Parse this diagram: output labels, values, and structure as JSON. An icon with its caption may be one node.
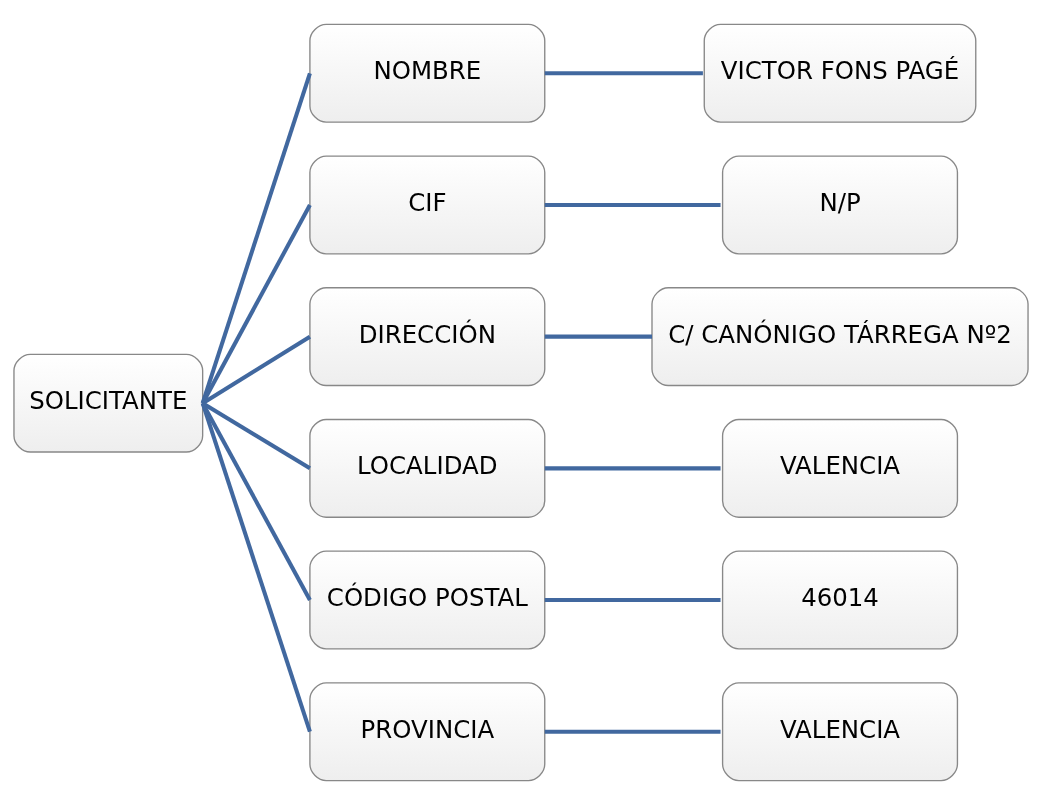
{
  "diagram": {
    "nodes": [
      {
        "text": [
          "SOLICITANTE"
        ]
      },
      {
        "text": [
          "NOMBRE"
        ]
      },
      {
        "text": [
          "VICTOR FONS PAGÉ"
        ]
      },
      {
        "text": [
          "CIF"
        ]
      },
      {
        "text": [
          "N/P"
        ]
      },
      {
        "text": [
          "DIRECCIÓN"
        ]
      },
      {
        "text": [
          "C/ CANÓNIGO TÁRREGA Nº2"
        ]
      },
      {
        "text": [
          "LOCALIDAD"
        ]
      },
      {
        "text": [
          "VALENCIA"
        ]
      },
      {
        "text": [
          "CÓDIGO POSTAL"
        ]
      },
      {
        "text": [
          "46014"
        ]
      },
      {
        "text": [
          "PROVINCIA"
        ]
      },
      {
        "text": [
          "VALENCIA"
        ]
      }
    ],
    "edges": [
      {
        "from": 0,
        "to": 1,
        "arrow": "none"
      },
      {
        "from": 0,
        "to": 3,
        "arrow": "none"
      },
      {
        "from": 0,
        "to": 5,
        "arrow": "none"
      },
      {
        "from": 0,
        "to": 7,
        "arrow": "none"
      },
      {
        "from": 0,
        "to": 9,
        "arrow": "none"
      },
      {
        "from": 0,
        "to": 11,
        "arrow": "none"
      },
      {
        "from": 1,
        "to": 2,
        "arrow": "none"
      },
      {
        "from": 3,
        "to": 4,
        "arrow": "none"
      },
      {
        "from": 5,
        "to": 6,
        "arrow": "none"
      },
      {
        "from": 7,
        "to": 8,
        "arrow": "none"
      },
      {
        "from": 9,
        "to": 10,
        "arrow": "none"
      },
      {
        "from": 11,
        "to": 12,
        "arrow": "none"
      }
    ]
  }
}
